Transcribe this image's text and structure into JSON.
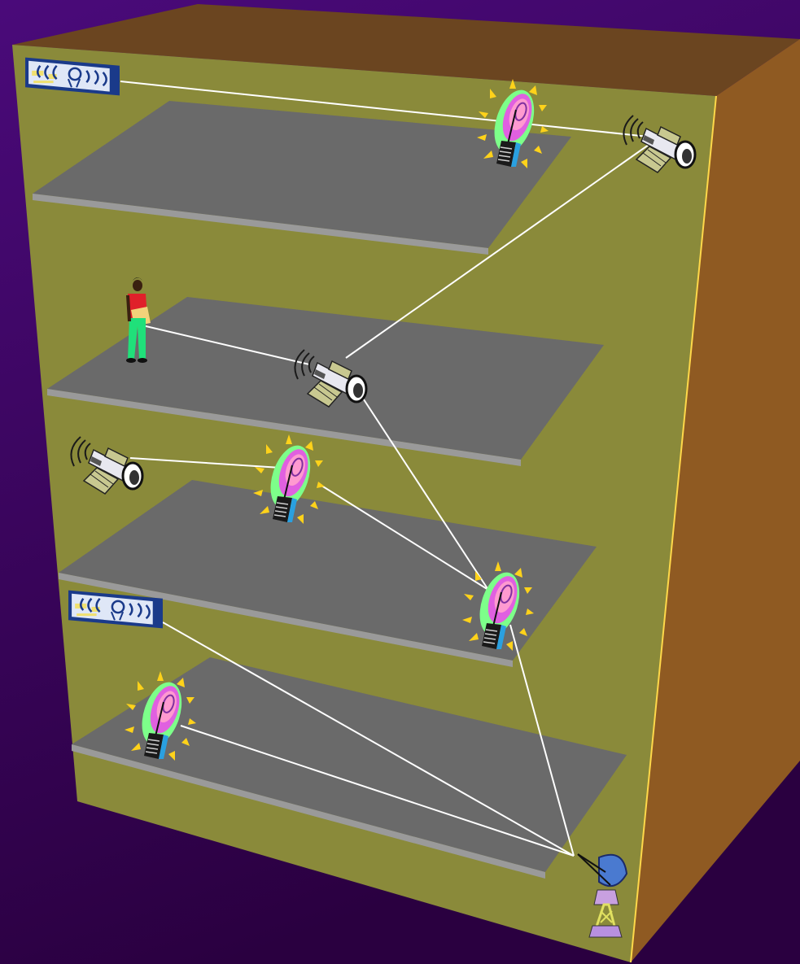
{
  "diagram": {
    "colors": {
      "background_top": "#4a0a7a",
      "background_bottom": "#2a0040",
      "front_wall": "#8a8a3a",
      "roof": "#6b4520",
      "side_wall": "#8f5a22",
      "floor": "#6a6a6a",
      "floor_edge": "#9a9a9a",
      "link_line": "#ffffff"
    },
    "floors": [
      {
        "name": "floor-4",
        "level": 4
      },
      {
        "name": "floor-3",
        "level": 3
      },
      {
        "name": "floor-2",
        "level": 2
      },
      {
        "name": "floor-1",
        "level": 1
      }
    ],
    "devices": [
      {
        "id": "card-top",
        "kind": "network-card"
      },
      {
        "id": "phone-top",
        "kind": "wireless-handset"
      },
      {
        "id": "camera-top",
        "kind": "video-camera"
      },
      {
        "id": "person",
        "kind": "person"
      },
      {
        "id": "camera-middle",
        "kind": "video-camera"
      },
      {
        "id": "camera-left",
        "kind": "video-camera"
      },
      {
        "id": "phone-middle",
        "kind": "wireless-handset"
      },
      {
        "id": "card-lower",
        "kind": "network-card"
      },
      {
        "id": "phone-right",
        "kind": "wireless-handset"
      },
      {
        "id": "phone-bottom",
        "kind": "wireless-handset"
      },
      {
        "id": "dish",
        "kind": "satellite-dish"
      }
    ],
    "links": [
      {
        "from": "card-top",
        "to": "camera-top"
      },
      {
        "from": "camera-top",
        "to": "camera-middle"
      },
      {
        "from": "person",
        "to": "camera-middle"
      },
      {
        "from": "camera-middle",
        "to": "phone-right"
      },
      {
        "from": "camera-left",
        "to": "phone-middle"
      },
      {
        "from": "phone-middle",
        "to": "phone-right"
      },
      {
        "from": "phone-right",
        "to": "dish"
      },
      {
        "from": "card-lower",
        "to": "dish"
      },
      {
        "from": "phone-bottom",
        "to": "dish"
      }
    ]
  }
}
